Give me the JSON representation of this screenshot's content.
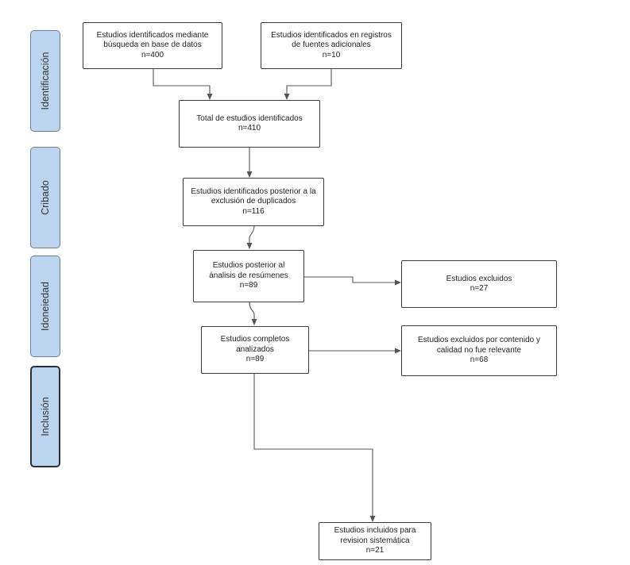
{
  "stages": {
    "identificacion": "Identificación",
    "cribado": "Cribado",
    "idoneidad": "Idoneiedad",
    "inclusion": "Inclusión"
  },
  "boxes": {
    "db_search": {
      "line1": "Estudios identificados mediante",
      "line2": "búsqueda en base de datos",
      "line3": "n=400"
    },
    "additional": {
      "line1": "Estudios identificados en registros",
      "line2": "de fuentes adicionales",
      "line3": "n=10"
    },
    "total": {
      "line1": "Total de estudios identificados",
      "line2": "n=410"
    },
    "dedup": {
      "line1": "Estudios identificados posterior a la",
      "line2": "exclusión de duplicados",
      "line3": "n=116"
    },
    "abstracts": {
      "line1": "Estudios posterior al",
      "line2": "ánalisis de resúmenes",
      "line3": "n=89"
    },
    "excluded1": {
      "line1": "Estudios excluidos",
      "line2": "n=27"
    },
    "full": {
      "line1": "Estudios completos",
      "line2": "analizados",
      "line3": "n=89"
    },
    "excluded2": {
      "line1": "Estudios excluidos por  contenido y",
      "line2": "calidad no fue relevante",
      "line3": "n=68"
    },
    "included": {
      "line1": "Estudios incluidos para",
      "line2": "revision sistemática",
      "line3": "n=21"
    }
  },
  "colors": {
    "stage_fill": "#bcd5ef",
    "stroke": "#3a3a3a",
    "connector": "#555555"
  }
}
